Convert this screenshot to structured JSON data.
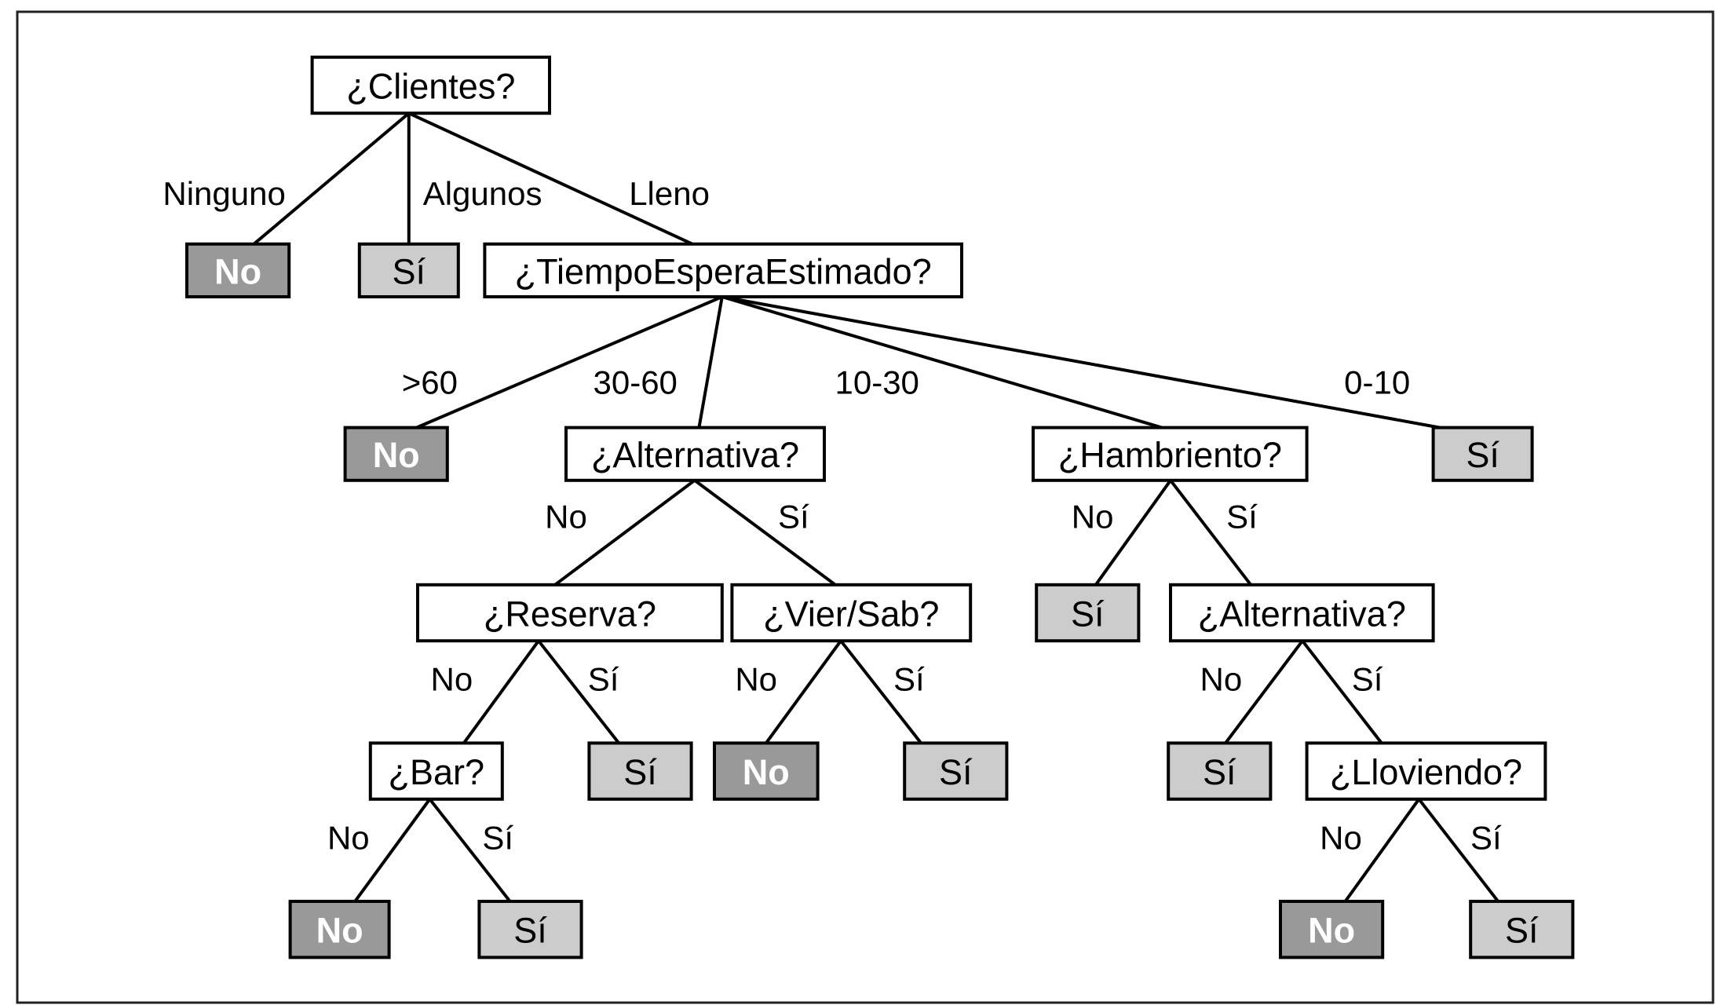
{
  "diagram": {
    "type": "decision-tree",
    "colors": {
      "no_leaf": "#999999",
      "si_leaf": "#cccccc",
      "question": "#ffffff"
    },
    "nodes": [
      {
        "id": "clientes",
        "label": "¿Clientes?",
        "kind": "q"
      },
      {
        "id": "n1",
        "label": "No",
        "kind": "no"
      },
      {
        "id": "s1",
        "label": "Sí",
        "kind": "si"
      },
      {
        "id": "tiempo",
        "label": "¿TiempoEsperaEstimado?",
        "kind": "q"
      },
      {
        "id": "n2",
        "label": "No",
        "kind": "no"
      },
      {
        "id": "alt1",
        "label": "¿Alternativa?",
        "kind": "q"
      },
      {
        "id": "hambre",
        "label": "¿Hambriento?",
        "kind": "q"
      },
      {
        "id": "s2",
        "label": "Sí",
        "kind": "si"
      },
      {
        "id": "reserva",
        "label": "¿Reserva?",
        "kind": "q"
      },
      {
        "id": "viersab",
        "label": "¿Vier/Sab?",
        "kind": "q"
      },
      {
        "id": "s3",
        "label": "Sí",
        "kind": "si"
      },
      {
        "id": "alt2",
        "label": "¿Alternativa?",
        "kind": "q"
      },
      {
        "id": "bar",
        "label": "¿Bar?",
        "kind": "q"
      },
      {
        "id": "s4",
        "label": "Sí",
        "kind": "si"
      },
      {
        "id": "n3",
        "label": "No",
        "kind": "no"
      },
      {
        "id": "s5",
        "label": "Sí",
        "kind": "si"
      },
      {
        "id": "s6",
        "label": "Sí",
        "kind": "si"
      },
      {
        "id": "llueve",
        "label": "¿Lloviendo?",
        "kind": "q"
      },
      {
        "id": "n4",
        "label": "No",
        "kind": "no"
      },
      {
        "id": "s7",
        "label": "Sí",
        "kind": "si"
      },
      {
        "id": "n5",
        "label": "No",
        "kind": "no"
      },
      {
        "id": "s8",
        "label": "Sí",
        "kind": "si"
      }
    ],
    "edges": [
      {
        "from": "clientes",
        "to": "n1",
        "label": "Ninguno"
      },
      {
        "from": "clientes",
        "to": "s1",
        "label": "Algunos"
      },
      {
        "from": "clientes",
        "to": "tiempo",
        "label": "Lleno"
      },
      {
        "from": "tiempo",
        "to": "n2",
        "label": ">60"
      },
      {
        "from": "tiempo",
        "to": "alt1",
        "label": "30-60"
      },
      {
        "from": "tiempo",
        "to": "hambre",
        "label": "10-30"
      },
      {
        "from": "tiempo",
        "to": "s2",
        "label": "0-10"
      },
      {
        "from": "alt1",
        "to": "reserva",
        "label": "No"
      },
      {
        "from": "alt1",
        "to": "viersab",
        "label": "Sí"
      },
      {
        "from": "hambre",
        "to": "s3",
        "label": "No"
      },
      {
        "from": "hambre",
        "to": "alt2",
        "label": "Sí"
      },
      {
        "from": "reserva",
        "to": "bar",
        "label": "No"
      },
      {
        "from": "reserva",
        "to": "s4",
        "label": "Sí"
      },
      {
        "from": "viersab",
        "to": "n3",
        "label": "No"
      },
      {
        "from": "viersab",
        "to": "s5",
        "label": "Sí"
      },
      {
        "from": "alt2",
        "to": "s6",
        "label": "No"
      },
      {
        "from": "alt2",
        "to": "llueve",
        "label": "Sí"
      },
      {
        "from": "bar",
        "to": "n4",
        "label": "No"
      },
      {
        "from": "bar",
        "to": "s7",
        "label": "Sí"
      },
      {
        "from": "llueve",
        "to": "n5",
        "label": "No"
      },
      {
        "from": "llueve",
        "to": "s8",
        "label": "Sí"
      }
    ]
  }
}
